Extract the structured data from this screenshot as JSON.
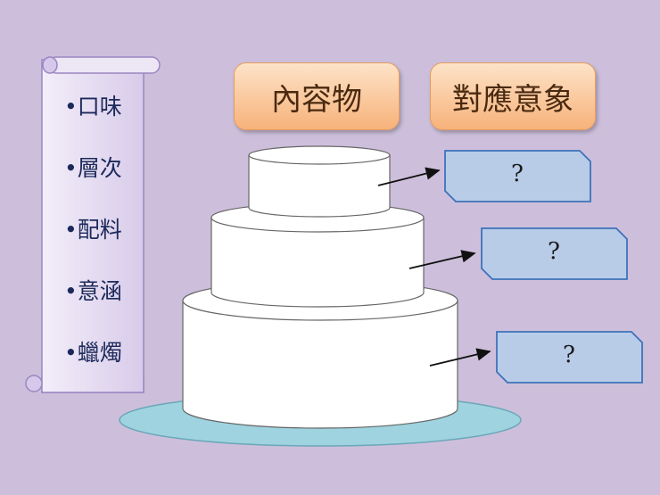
{
  "scroll": {
    "items": [
      "•口味",
      "•層次",
      "•配料",
      "•意涵",
      "•蠟燭"
    ]
  },
  "headers": {
    "content": "內容物",
    "meaning": "對應意象"
  },
  "answers": [
    "?",
    "?",
    "?"
  ],
  "colors": {
    "background": "#cdbfdb",
    "scroll_fill": "#e6ddf1",
    "cake_fill": "#ffffff",
    "plate_fill": "#9ed3df",
    "answer_fill": "#b8cce8",
    "answer_border": "#3e72b9",
    "header_fill": "#f7b27a"
  }
}
